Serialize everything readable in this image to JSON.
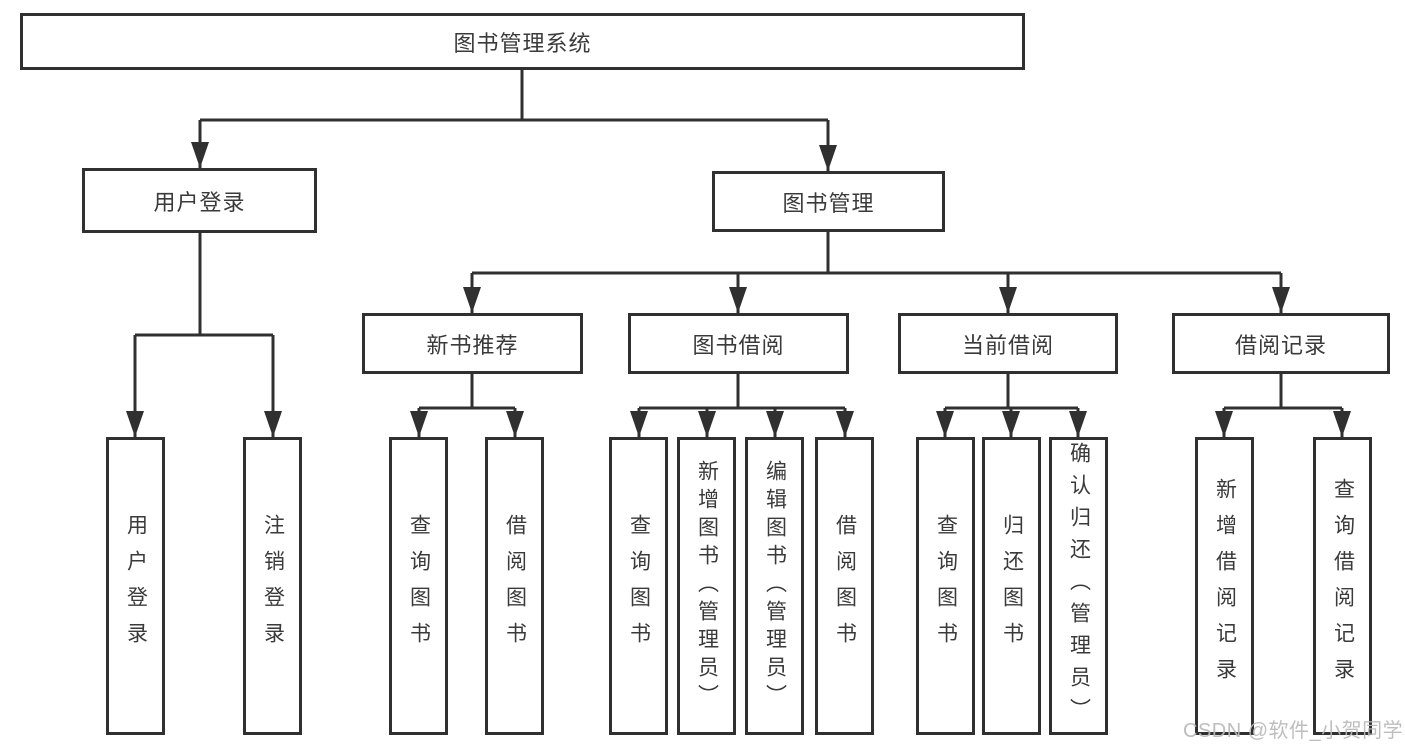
{
  "diagram": {
    "root": {
      "label": "图书管理系统"
    },
    "level2": [
      {
        "id": "user-login",
        "label": "用户登录"
      },
      {
        "id": "book-mgmt",
        "label": "图书管理"
      }
    ],
    "level3": [
      {
        "id": "new-book-recommend",
        "label": "新书推荐"
      },
      {
        "id": "book-borrow",
        "label": "图书借阅"
      },
      {
        "id": "current-borrow",
        "label": "当前借阅"
      },
      {
        "id": "borrow-records",
        "label": "借阅记录"
      }
    ],
    "leaves": [
      {
        "parent": "user-login",
        "label": "用户登录"
      },
      {
        "parent": "user-login",
        "label": "注销登录"
      },
      {
        "parent": "new-book-recommend",
        "label": "查询图书"
      },
      {
        "parent": "new-book-recommend",
        "label": "借阅图书"
      },
      {
        "parent": "book-borrow",
        "label": "查询图书"
      },
      {
        "parent": "book-borrow",
        "label": "新增图书（管理员）"
      },
      {
        "parent": "book-borrow",
        "label": "编辑图书（管理员）"
      },
      {
        "parent": "book-borrow",
        "label": "借阅图书"
      },
      {
        "parent": "current-borrow",
        "label": "查询图书"
      },
      {
        "parent": "current-borrow",
        "label": "归还图书"
      },
      {
        "parent": "current-borrow",
        "label": "确认归还（管理员）"
      },
      {
        "parent": "borrow-records",
        "label": "新增借阅记录"
      },
      {
        "parent": "borrow-records",
        "label": "查询借阅记录"
      }
    ],
    "colors": {
      "line": "#303030",
      "text": "#3a3a3a",
      "background": "#ffffff",
      "watermark": "#b9b9b9"
    }
  },
  "watermark": {
    "text": "CSDN @软件_小贺同学"
  }
}
